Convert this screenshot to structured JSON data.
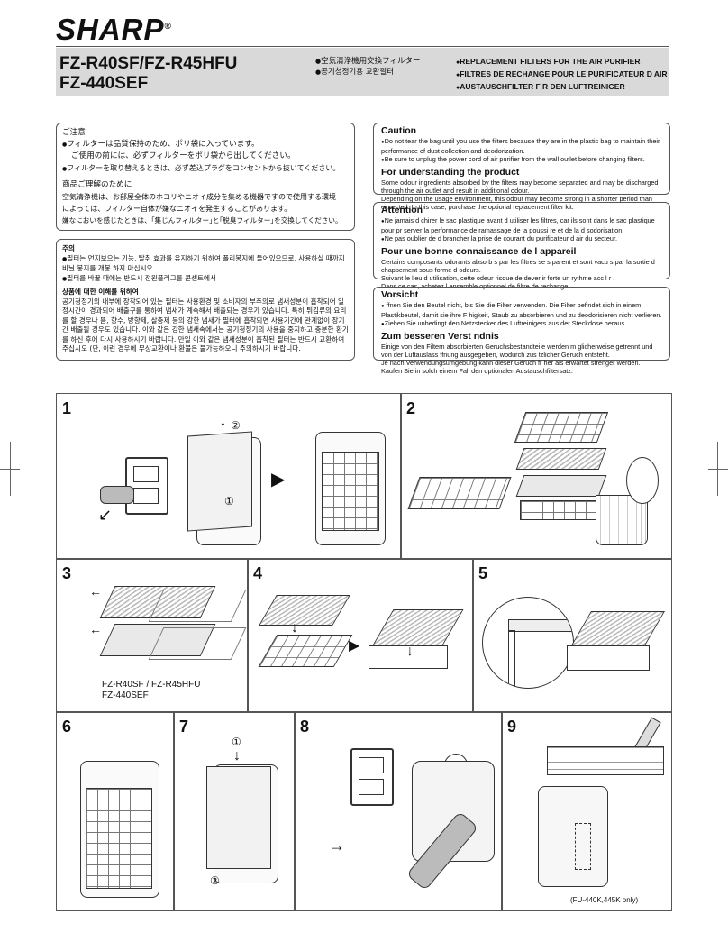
{
  "header": {
    "brand": "SHARP",
    "models_line1": "FZ-R40SF/FZ-R45HFU",
    "models_line2": "FZ-440SEF",
    "jp_title": "空気清浄機用交換フィルター",
    "kr_title": "공기청정기용 교환필터",
    "titles": [
      "REPLACEMENT FILTERS FOR THE AIR PURIFIER",
      "FILTRES DE RECHANGE POUR LE PURIFICATEUR D AIR",
      "AUSTAUSCHFILTER F R DEN LUFTREINIGER"
    ]
  },
  "jp_notes": {
    "caution_title": "ご注意",
    "caution_1": "フィルターは品質保持のため、ポリ袋に入っています。",
    "caution_1b": "ご使用の前には、必ずフィルターをポリ袋から出してください。",
    "caution_2": "フィルターを取り替えるときは、必ず差込プラグをコンセントから抜いてください。",
    "understanding_title": "商品ご理解のために",
    "understanding_1": "空気清浄機は、お部屋全体のホコリやニオイ成分を集める機器ですので使用する環境",
    "understanding_2": "によっては、フィルター自体が嫌なニオイを発生することがあります。",
    "understanding_3": "嫌なにおいを感じたときは、｢集じんフィルター｣と｢脱臭フィルター｣を交換してください。"
  },
  "kr_notes": {
    "caution_title": "주의",
    "caution_1": "필터는 먼지보으는 기능, 탈취 효과를 유지하기 위하여 폴리봉지에 들어있으므로, 사용하실 때까지 비닐 봉지를 개봉 하지 마십시오.",
    "caution_2": "필터를 바꿀 때에는 반드시 전원플러그를 콘센트에서",
    "understanding_title": "상품에 대한 이해를 위하여",
    "understanding_body": "공기청정기의 내부에 장착되어 있는 필터는 사용환경 및 소비자의 부주의로 냄새성분이 흡착되어 일정시간이 경과되어 배출구를 통하여 냄새가 계속해서 배출되는 경우가 있습니다. 특히 튀김류의 요리를 할 경우나 뜸, 향수, 방향제, 살충제 등의 강한 냄새가 필터에 흡착되면 사용기간에 관계없이 장기간 배출될 경우도 있습니다. 이와 같은 강한 냄새속에서는 공기청정기의 사용을 중지하고 충분한 환기를 하신 후에 다시 사용하시기 바랍니다. 만일 이와 같은 냄새성분이 흡착된 필터는 반드시 교환하여 주십시오 (단, 이런 경우에 무상교환이나 환불은 불가능하오니 주의하시기 바랍니다."
  },
  "en_notes": {
    "caution_title": "Caution",
    "caution_1": "Do not tear the bag until you use the filters because they are in the plastic bag to maintain their performance of dust collection and deodorization.",
    "caution_2": "Be sure to unplug the power cord of air purifier from the wall outlet before changing filters.",
    "understanding_title": "For understanding the product",
    "understanding_1": "Some odour ingredients absorbed by the filters may become separated and may be discharged through the air outlet and result in additional odour.",
    "understanding_2": "Depending on the usage environment, this odour may become strong in a shorter period than expected. In this case, purchase the optional replacement filter kit."
  },
  "fr_notes": {
    "caution_title": "Attention",
    "caution_1": "Ne jamais d  chirer le sac plastique avant d  utiliser les filtres, car ils sont dans le sac plastique pour pr  server la performance de ramassage de la poussi  re et de la d  sodorisation.",
    "caution_2": "Ne pas oublier de d  brancher la prise de courant du purificateur d  air du secteur.",
    "understanding_title": "Pour une bonne connaissance de l  appareil",
    "understanding_1": "Certains composants odorants absorb  s par les filtres se s  parent et sont   vacu  s par la sortie d    chappement sous forme d  odeurs.",
    "understanding_2": "Suivant le lieu d  utilisation, cette odeur risque de devenir forte    un rythme acc  l  r  .",
    "understanding_3": "Dans ce cas, achetez l  ensemble optionnel de filtre de rechange."
  },
  "de_notes": {
    "caution_title": "Vorsicht",
    "caution_1": "  ffnen Sie den Beutel nicht, bis Sie die Filter verwenden. Die Filter befindet sich in einem Plastikbeutel, damit sie ihre F  higkeit, Staub zu absorbieren und zu deodorisieren nicht verlieren.",
    "caution_2": "Ziehen Sie unbedingt den Netzstecker des Luftreinigers aus der Steckdose heraus.",
    "understanding_title": "Zum besseren Verst  ndnis",
    "understanding_1": "Einige von den Filtern absorbierten Geruchsbestandteile werden m  glicherweise getrennt und von der Luftauslass  ffnung ausgegeben, wodurch zus  tzlicher Geruch entsteht.",
    "understanding_2": "Je nach Verwendungsumgebung kann dieser Geruch fr  her als erwartet strenger werden.",
    "understanding_3": "Kaufen Sie in solch einem Fall den optionalen Austauschfiltersatz."
  },
  "steps": {
    "s1": "1",
    "s2": "2",
    "s3": "3",
    "s4": "4",
    "s5": "5",
    "s6": "6",
    "s7": "7",
    "s8": "8",
    "s9": "9",
    "circ1": "①",
    "circ2": "②",
    "models_a": "FZ-R40SF / FZ-R45HFU",
    "models_b": "FZ-440SEF",
    "note9": "(FU-440K,445K only)"
  }
}
